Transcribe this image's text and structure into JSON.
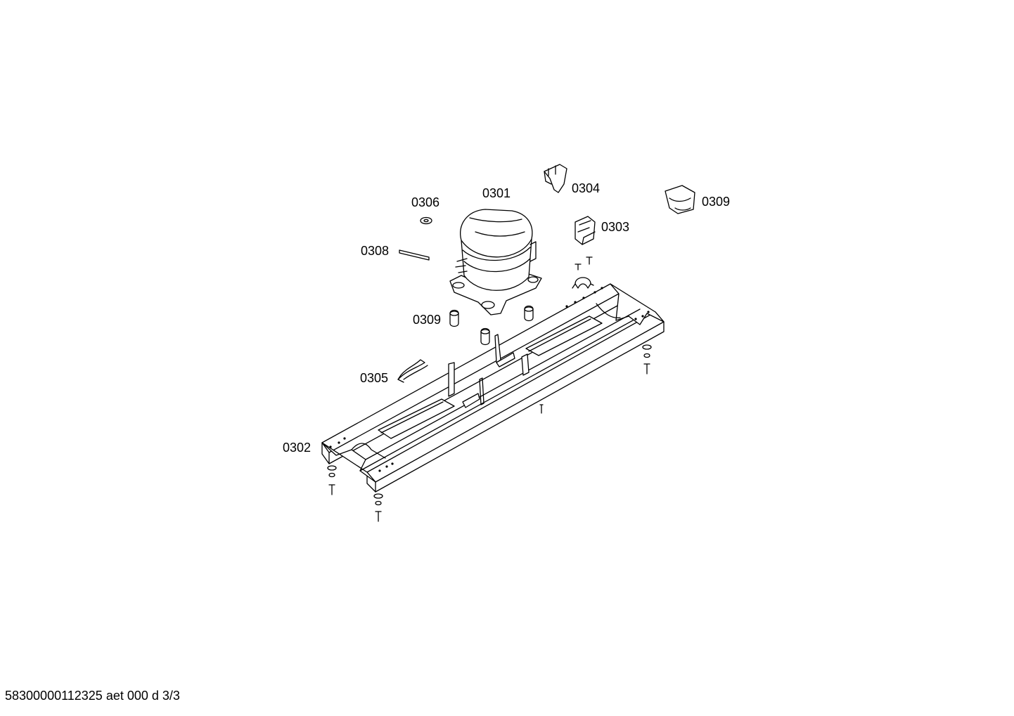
{
  "labels": {
    "p0301": "0301",
    "p0302": "0302",
    "p0303": "0303",
    "p0304": "0304",
    "p0305": "0305",
    "p0306": "0306",
    "p0308": "0308",
    "p0309_top": "0309",
    "p0309_feet": "0309"
  },
  "footer": "58300000112325 aet 000 d 3/3"
}
